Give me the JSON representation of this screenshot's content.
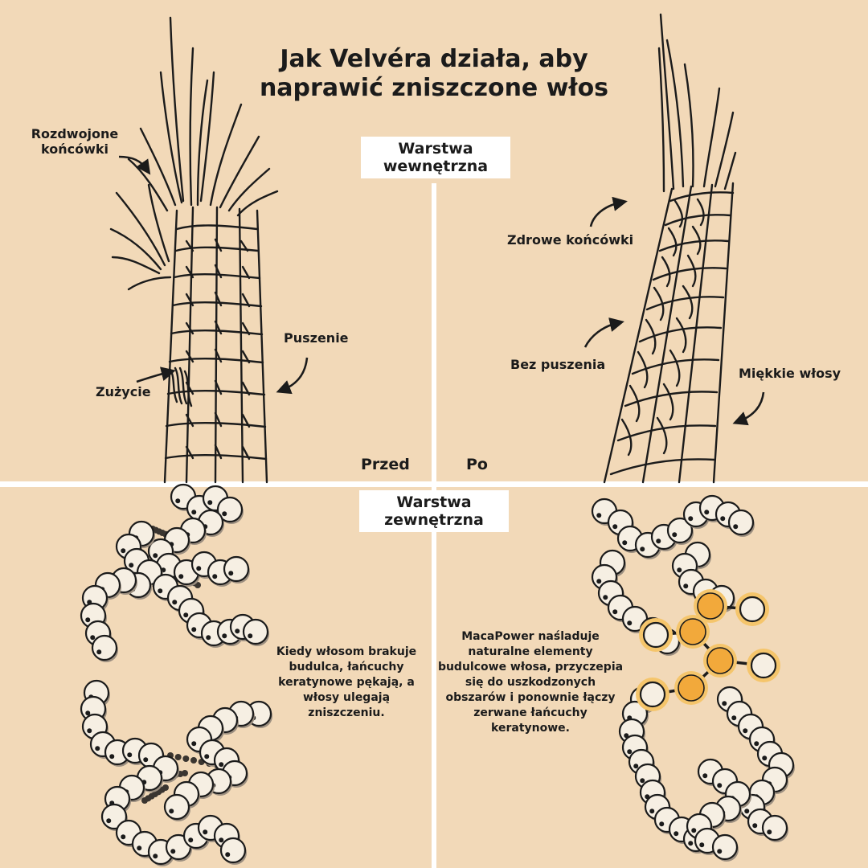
{
  "title": {
    "line1": "Jak Velvéra działa, aby",
    "line2": "naprawić zniszczone włos"
  },
  "layers": {
    "inner": {
      "line1": "Warstwa",
      "line2": "wewnętrzna"
    },
    "outer": {
      "line1": "Warstwa",
      "line2": "zewnętrzna"
    }
  },
  "before": {
    "tag": "Przed",
    "split_ends": {
      "line1": "Rozdwojone",
      "line2": "końcówki"
    },
    "frizz": "Puszenie",
    "wear": "Zużycie",
    "description": [
      "Kiedy włosom brakuje",
      "budulca, łańcuchy",
      "keratynowe pękają, a",
      "włosy ulegają",
      "zniszczeniu."
    ]
  },
  "after": {
    "tag": "Po",
    "healthy_ends": "Zdrowe końcówki",
    "no_frizz": "Bez puszenia",
    "soft_hair": "Miękkie włosy",
    "description": [
      "MacaPower naśladuje",
      "naturalne elementy",
      "budulcowe włosa, przyczepia",
      "się do uszkodzonych",
      "obszarów i ponownie łączy",
      "zerwane łańcuchy",
      "keratynowe."
    ]
  },
  "colors": {
    "background": "#f2d9b8",
    "ink": "#1b1b1b",
    "divider": "#ffffff",
    "bead_fill": "#f6efe3",
    "bead_shadow": "#9c8f80",
    "accent": "#f2a93b",
    "accent_ring": "#f5c56b"
  }
}
